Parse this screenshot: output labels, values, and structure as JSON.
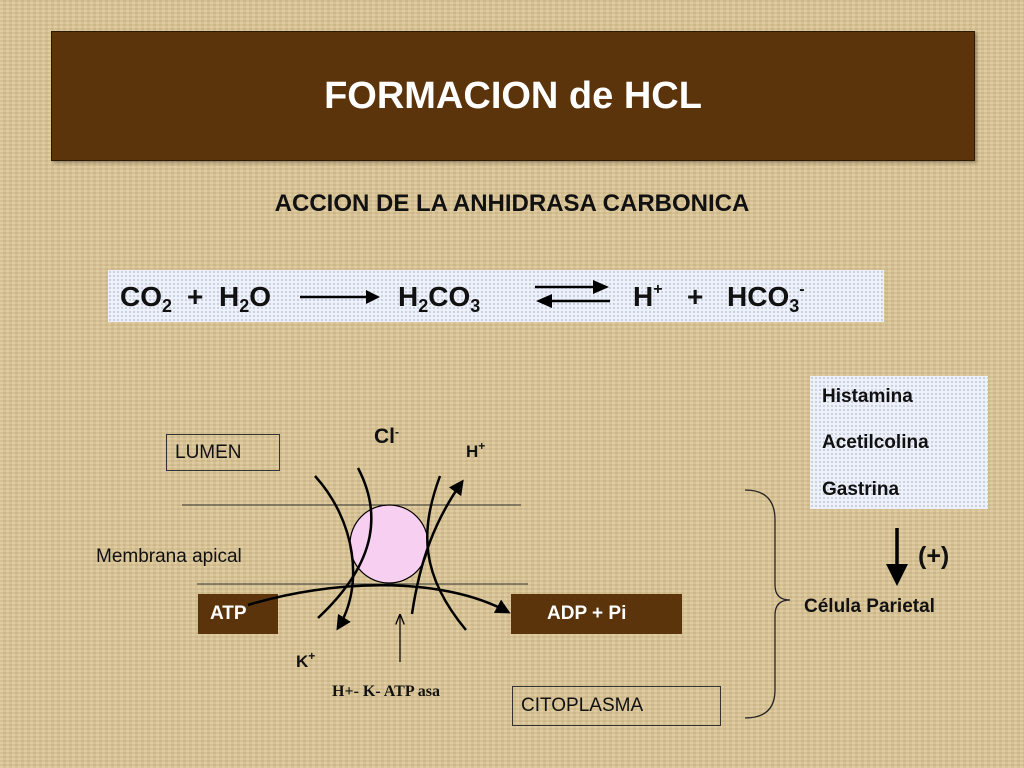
{
  "title": "FORMACION de HCL",
  "subtitle": "ACCION DE LA ANHIDRASA CARBONICA",
  "equation": {
    "co2_main": "CO",
    "co2_sub": "2",
    "plus1": "+",
    "h2o_h": "H",
    "h2o_sub": "2",
    "h2o_o": "O",
    "h2co3_h": "H",
    "h2co3_sub1": "2",
    "h2co3_co": "CO",
    "h2co3_sub2": "3",
    "hplus_h": "H",
    "hplus_sup": "+",
    "plus2": "+",
    "hco3_main": "HCO",
    "hco3_sub": "3",
    "hco3_sup": "-"
  },
  "stimuli": [
    "Histamina",
    "Acetilcolina",
    "Gastrina"
  ],
  "stimulus_sign": "(+)",
  "target_cell": "Célula Parietal",
  "diagram": {
    "lumen": "LUMEN",
    "cytoplasm": "CITOPLASMA",
    "membrane": "Membrana apical",
    "cl_main": "Cl",
    "cl_sup": "-",
    "h_main": "H",
    "h_sup": "+",
    "k_main": "K",
    "k_sup": "+",
    "atp": "ATP",
    "adp": "ADP + Pi",
    "pump": "H+- K- ATP asa"
  },
  "colors": {
    "title_bg": "#5c340c",
    "bar_bg": "#5c340c",
    "pump_fill": "#f7cff0",
    "background": "#dcc594"
  }
}
